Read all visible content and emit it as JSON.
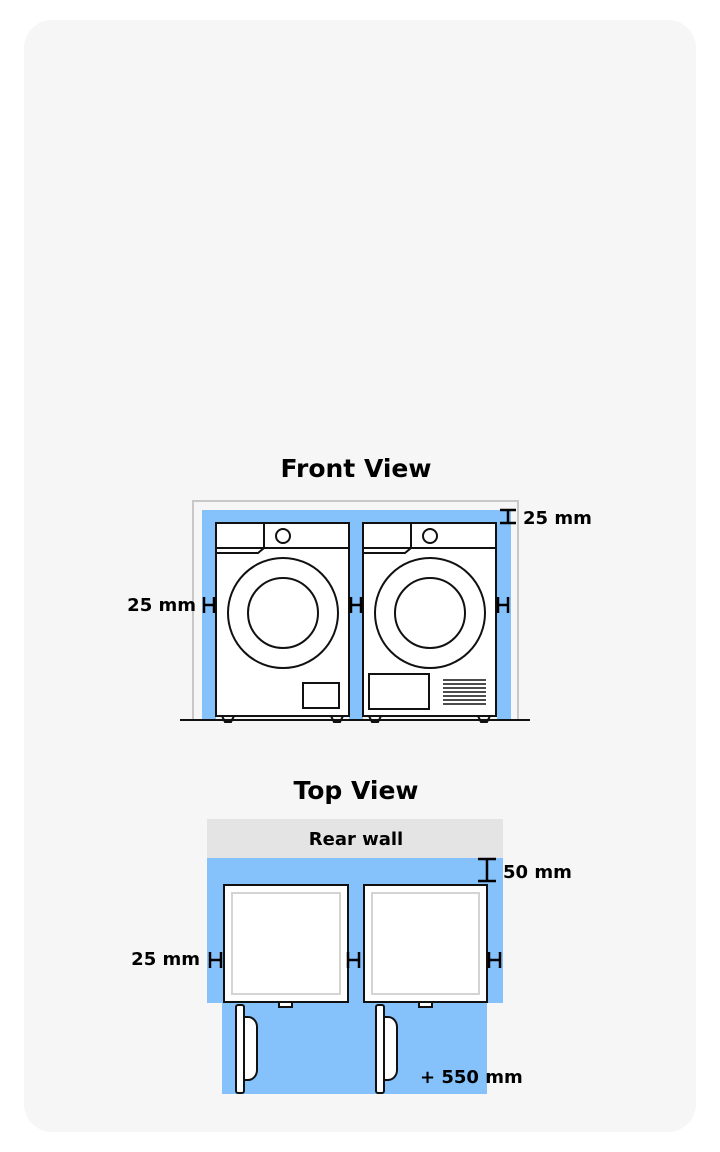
{
  "colors": {
    "clearance": "#85c2fb",
    "rear_wall": "#e4e4e4",
    "card": "#f6f6f6",
    "outline": "#111111"
  },
  "front_view": {
    "title": "Front View",
    "side_clearance": "25 mm",
    "top_clearance": "25 mm"
  },
  "top_view": {
    "title": "Top View",
    "rear_wall": "Rear wall",
    "rear_clearance": "50 mm",
    "side_clearance": "25 mm",
    "front_clearance": "+ 550 mm"
  }
}
